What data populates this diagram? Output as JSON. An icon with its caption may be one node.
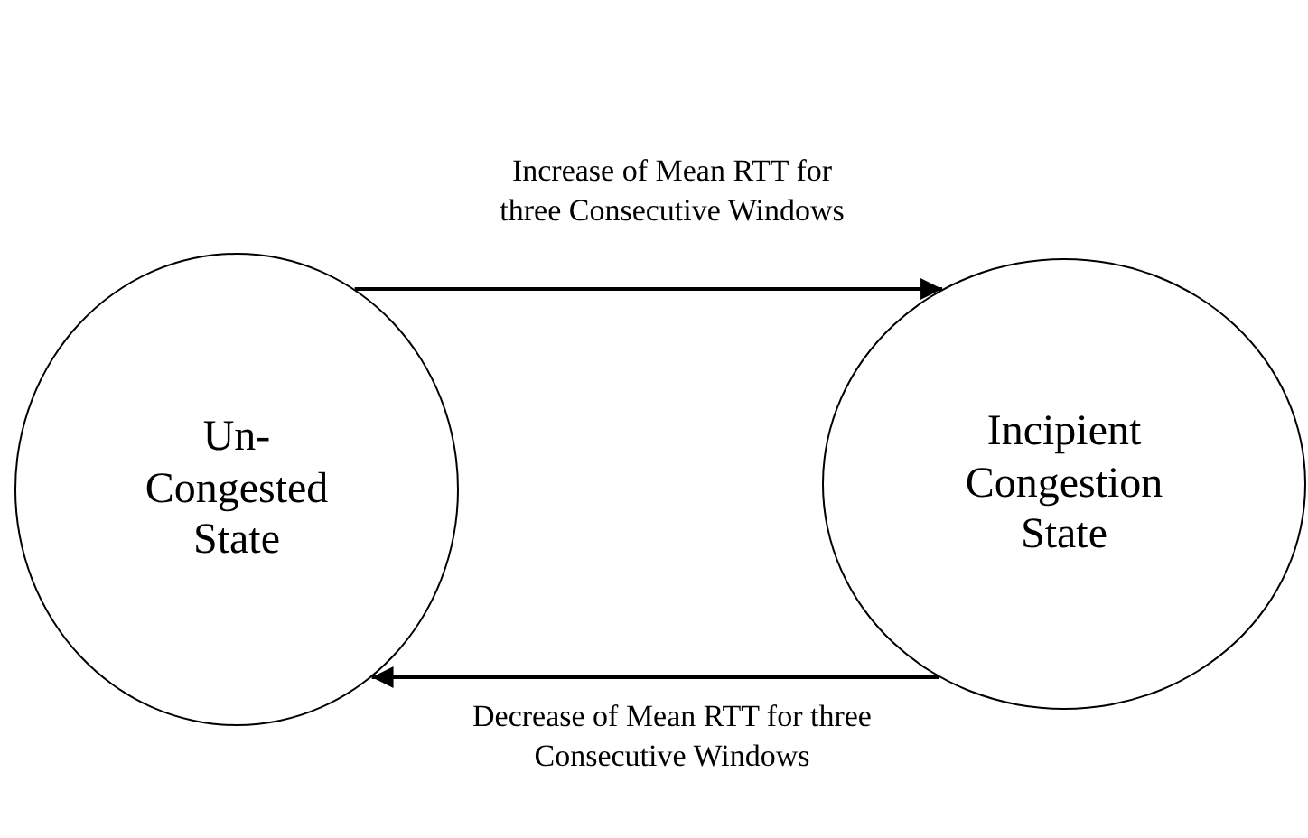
{
  "diagram": {
    "nodes": [
      {
        "text": [
          "Un- Congested State"
        ]
      },
      {
        "text": [
          "Incipient Congestion State"
        ]
      }
    ],
    "edges": [
      {
        "from": 0,
        "to": 1,
        "arrow": "to",
        "label": "Increase of Mean RTT for three Consecutive Windows"
      },
      {
        "from": 1,
        "to": 0,
        "arrow": "to",
        "label": "Decrease of Mean RTT for three Consecutive Windows"
      }
    ]
  }
}
